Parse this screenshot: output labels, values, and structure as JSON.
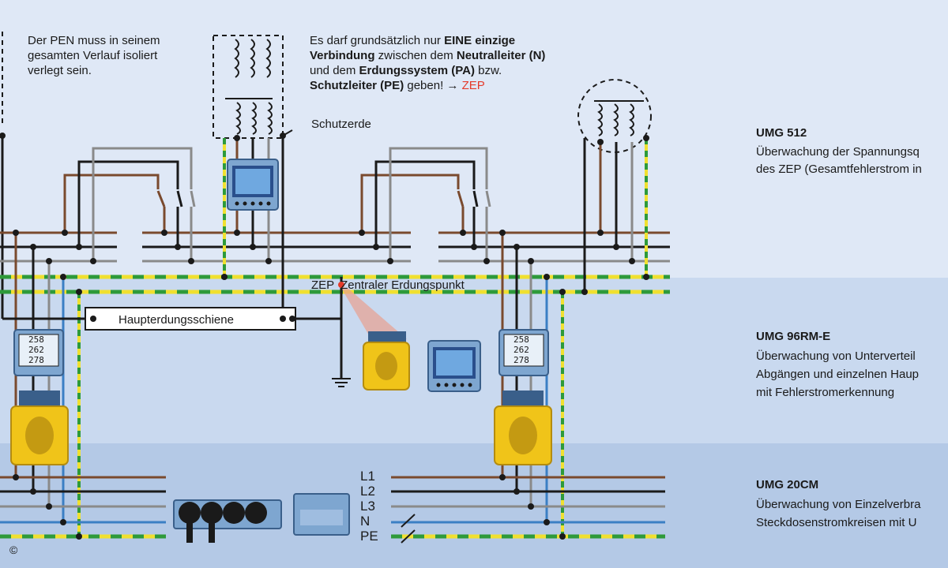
{
  "note_pen": {
    "line1": "Der PEN muss in seinem",
    "line2": "gesamten Verlauf isoliert",
    "line3": "verlegt sein."
  },
  "note_zep": {
    "l1_a": "Es darf grundsätzlich nur ",
    "l1_b": "EINE einzige",
    "l2_a": "Verbindung",
    "l2_b": " zwischen dem ",
    "l2_c": "Neutralleiter (N)",
    "l3_a": "und dem ",
    "l3_b": "Erdungssystem (PA)",
    "l3_c": " bzw.",
    "l4_a": "Schutzleiter (PE)",
    "l4_b": " geben! → ",
    "l4_c": "ZEP"
  },
  "labels": {
    "schutzerde": "Schutzerde",
    "hauptschiene": "Haupterdungsschiene",
    "zep_short": "ZEP",
    "zep_long": "Zentraler Erdungspunkt",
    "l1": "L1",
    "l2": "L2",
    "l3": "L3",
    "n": "N",
    "pe": "PE",
    "copyright": "©"
  },
  "meter_readings": [
    "258",
    "262",
    "278"
  ],
  "devices": [
    {
      "title": "UMG 512",
      "lines": [
        "Überwachung der Spannungsq",
        "des ZEP (Gesamtfehlerstrom in"
      ]
    },
    {
      "title": "UMG 96RM-E",
      "lines": [
        "Überwachung von Unterverteil",
        "Abgängen und einzelnen Haup",
        "mit Fehlerstromerkennung"
      ]
    },
    {
      "title": "UMG 20CM",
      "lines": [
        "Überwachung von Einzelverbra",
        "Steckdosenstromkreisen mit U"
      ]
    }
  ],
  "colors": {
    "band_top": "#dfe8f6",
    "band_mid": "#c9d9ef",
    "band_bottom": "#b4c9e6",
    "brown": "#7a4a2e",
    "black": "#1a1a1a",
    "grey": "#8a8a8a",
    "blue": "#3b7fc4",
    "pe_green": "#2e9a3a",
    "pe_yellow": "#f0e030",
    "zep_red": "#e53a2a",
    "meter_yellow": "#f0c419"
  }
}
